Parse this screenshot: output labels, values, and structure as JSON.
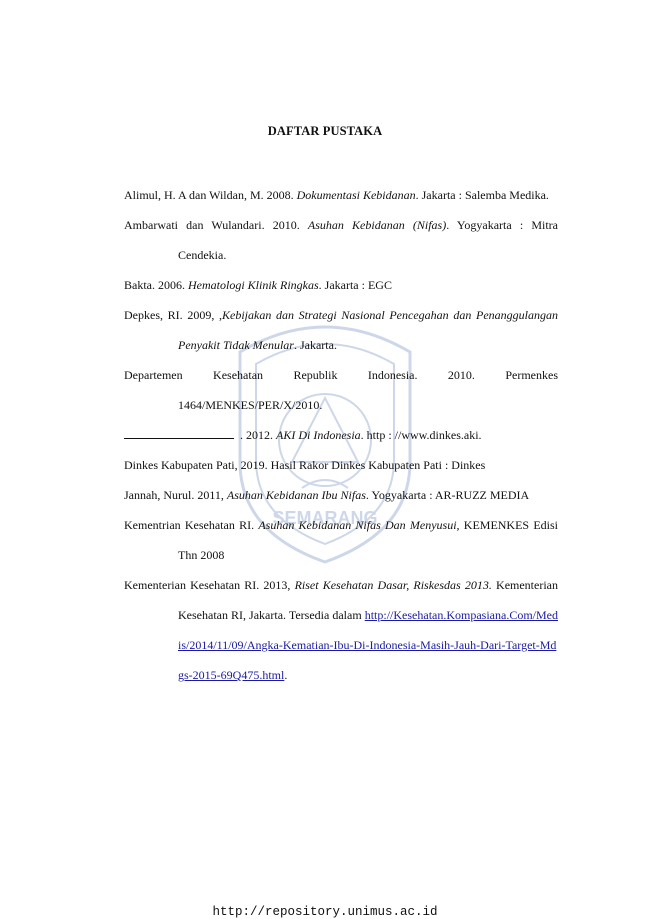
{
  "title": "DAFTAR PUSTAKA",
  "watermark": {
    "text": "SEMARANG",
    "color": "#1f4fa0"
  },
  "references": [
    {
      "pre": "Alimul, H. A dan Wildan, M. 2008. ",
      "italic": "Dokumentasi Kebidanan",
      "post": ". Jakarta : Salemba Medika."
    },
    {
      "pre": "Ambarwati dan Wulandari. 2010. ",
      "italic": "Asuhan Kebidanan (Nifas)",
      "post": ". Yogyakarta : Mitra Cendekia."
    },
    {
      "pre": "Bakta. 2006. ",
      "italic": "Hematologi Klinik Ringkas",
      "post": ". Jakarta : EGC"
    },
    {
      "pre": "Depkes, RI. 2009, ,",
      "italic": "Kebijakan dan Strategi Nasional Pencegahan dan Penanggulangan Penyakit Tidak Menular",
      "post": ". Jakarta."
    },
    {
      "pre": "Departemen Kesehatan Republik Indonesia. 2010. Permenkes 1464/MENKES/PER/X/2010.",
      "italic": "",
      "post": ""
    },
    {
      "pre": ". 2012. ",
      "italic": "AKI Di Indonesia",
      "post": ". http : //www.dinkes.aki."
    },
    {
      "pre": "Dinkes Kabupaten Pati, 2019.  Hasil Rakor Dinkes Kabupaten Pati : Dinkes",
      "italic": "",
      "post": ""
    },
    {
      "pre": "Jannah, Nurul. 2011, ",
      "italic": "Asuhan Kebidanan Ibu Nifas",
      "post": ". Yogyakarta : AR-RUZZ MEDIA"
    },
    {
      "pre": "Kementrian Kesehatan RI. ",
      "italic": "Asuhan Kebidanan Nifas Dan Menyusui,",
      "post": " KEMENKES Edisi Thn 2008"
    },
    {
      "pre": "Kementerian Kesehatan RI. 2013, ",
      "italic": "Riset Kesehatan Dasar, Riskesdas 2013.",
      "post": " Kementerian Kesehatan RI, Jakarta. Tersedia dalam ",
      "link": "http://Kesehatan.Kompasiana.Com/Medis/2014/11/09/Angka-Kematian-Ibu-Di-Indonesia-Masih-Jauh-Dari-Target-Mdgs-2015-69Q475.html",
      "after_link": "."
    }
  ],
  "footer": "http://repository.unimus.ac.id"
}
